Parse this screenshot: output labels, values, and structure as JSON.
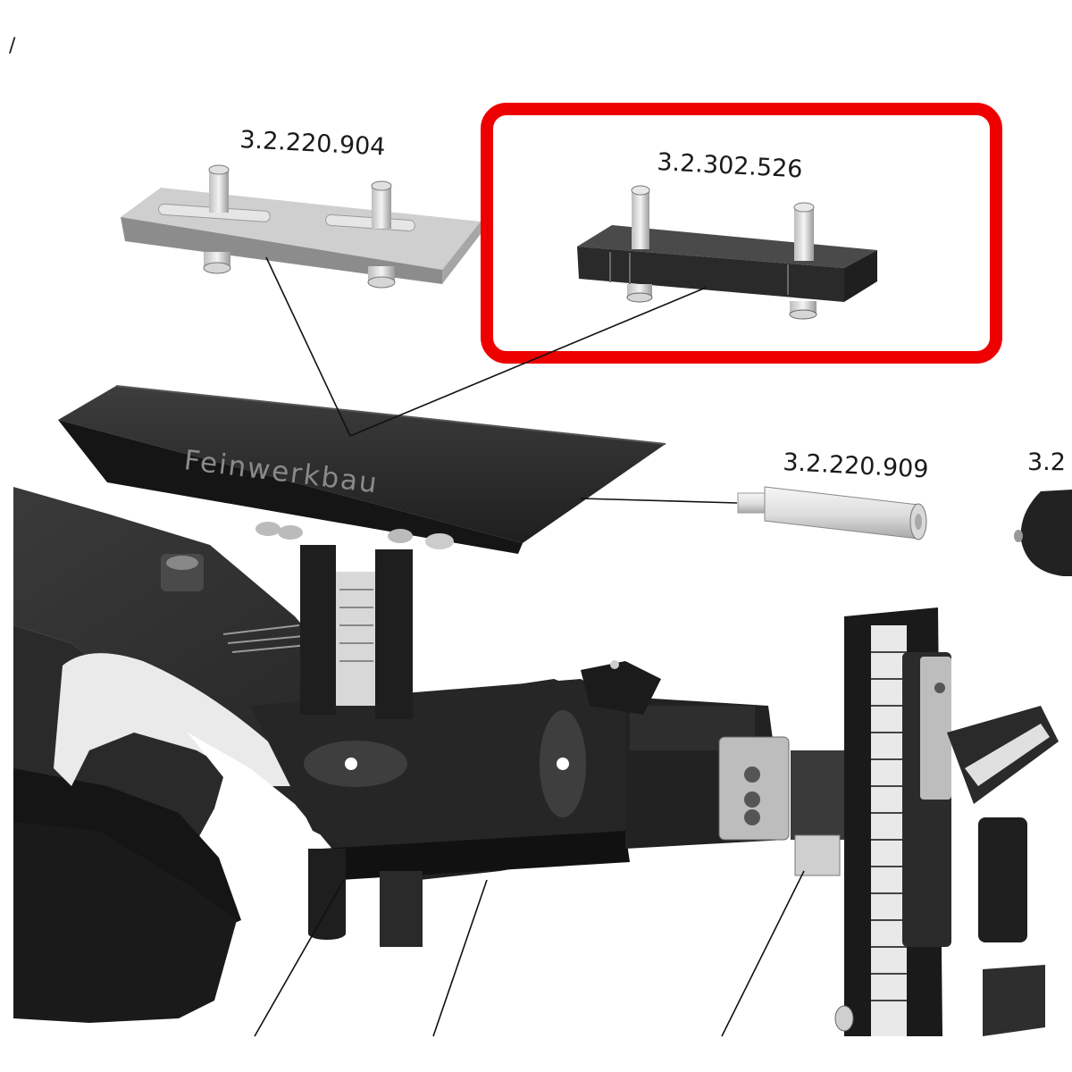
{
  "labels": {
    "mount_plate_light": "3.2.220.904",
    "mount_plate_dark": "3.2.302.526",
    "spacer": "3.2.220.909",
    "right_edge_partial": "3.2"
  },
  "brand_text": "Feinwerkbau",
  "corner_mark": "/",
  "highlight": {
    "target": "mount_plate_dark",
    "color": "#ee0000"
  }
}
